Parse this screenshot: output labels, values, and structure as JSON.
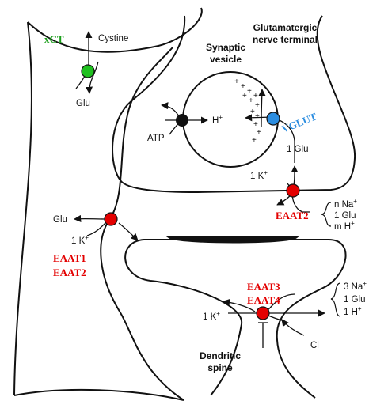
{
  "colors": {
    "red_transporter": "#e30000",
    "green_transporter": "#1fc01f",
    "blue_transporter": "#2b8de0",
    "black_pump": "#111111",
    "text_red": "#e30000",
    "text_green": "#1a9e1a",
    "text_blue": "#2b8de0"
  },
  "labels": {
    "glutamatergic_line1": "Glutamatergic",
    "glutamatergic_line2": "nerve terminal",
    "synaptic_line1": "Synaptic",
    "synaptic_line2": "vesicle",
    "xct": "xCT",
    "cystine": "Cystine",
    "glu_astro_top": "Glu",
    "vglut": "VGLUT",
    "atp": "ATP",
    "h": "H",
    "glu_vglut": "1 Glu",
    "k_eaat2": "1 K",
    "eaat2_presyn": "EAAT2",
    "eaat2_na": "n Na",
    "eaat2_glu": "1 Glu",
    "eaat2_h": "m H",
    "glu_astro_mid": "Glu",
    "k_astro_mid": "1 K",
    "eaat1": "EAAT1",
    "eaat2_astro": "EAAT2",
    "eaat3": "EAAT3",
    "eaat4": "EAAT4",
    "eaat34_na": "3 Na",
    "eaat34_glu": "1 Glu",
    "eaat34_h": "1 H",
    "k_post": "1 K",
    "cl": "Cl",
    "dendritic_line1": "Dendritic",
    "dendritic_line2": "spine",
    "plus_sign": "+",
    "minus_sign": "−"
  }
}
